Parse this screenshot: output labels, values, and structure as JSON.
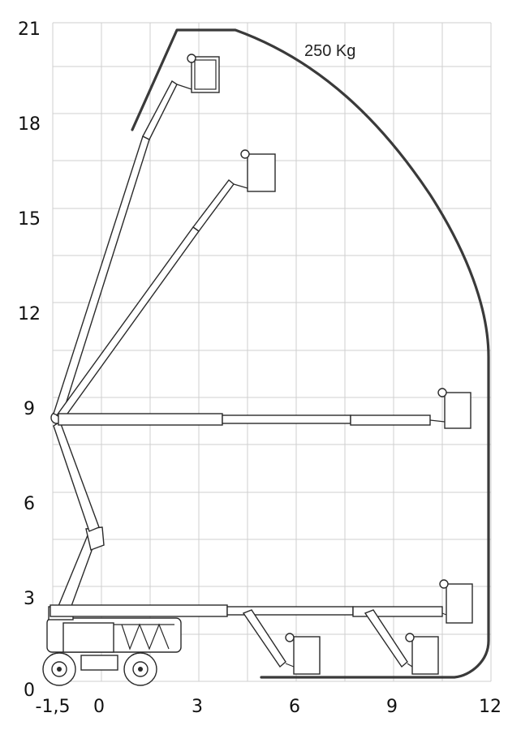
{
  "diagram": {
    "load_label": "250 Kg",
    "x_ticks": [
      "-1,5",
      "0",
      "3",
      "6",
      "9",
      "12"
    ],
    "y_ticks": [
      "0",
      "3",
      "6",
      "9",
      "12",
      "15",
      "18",
      "21"
    ],
    "colors": {
      "envelope": "#3a3a3a",
      "grid": "#cfcfcf",
      "outline": "#2a2a2a"
    }
  }
}
